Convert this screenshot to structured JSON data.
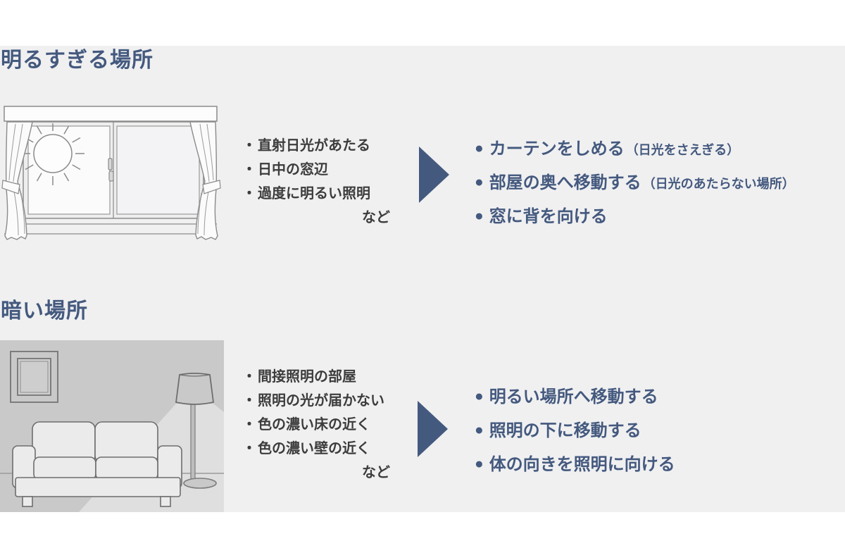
{
  "page": {
    "background": "#ffffff",
    "panel_color": "#f0f0f1",
    "accent_color": "#44597e",
    "body_text_color": "#3c3c3c",
    "cause_bullet": "・",
    "solution_bullet": "●"
  },
  "sections": [
    {
      "title": "明るすぎる場所",
      "illustration": "window-with-sun-and-tied-curtains",
      "causes": [
        "直射日光があたる",
        "日中の窓辺",
        "過度に明るい照明"
      ],
      "etc": "など",
      "solutions": [
        {
          "main": "カーテンをしめる",
          "note": "（日光をさえぎる）"
        },
        {
          "main": "部屋の奥へ移動する",
          "note": "（日光のあたらない場所）"
        },
        {
          "main": "窓に背を向ける",
          "note": ""
        }
      ]
    },
    {
      "title": "暗い場所",
      "illustration": "dim-room-with-sofa-picture-frame-and-floor-lamp",
      "causes": [
        "間接照明の部屋",
        "照明の光が届かない",
        "色の濃い床の近く",
        "色の濃い壁の近く"
      ],
      "etc": "など",
      "solutions": [
        {
          "main": "明るい場所へ移動する",
          "note": ""
        },
        {
          "main": "照明の下に移動する",
          "note": ""
        },
        {
          "main": "体の向きを照明に向ける",
          "note": ""
        }
      ]
    }
  ]
}
